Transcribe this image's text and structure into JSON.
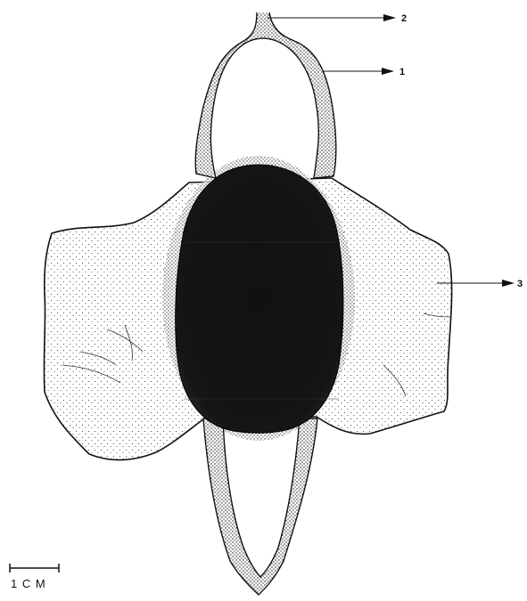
{
  "figure": {
    "callouts": [
      {
        "id": "1",
        "label": "1"
      },
      {
        "id": "2",
        "label": "2"
      },
      {
        "id": "3",
        "label": "3"
      }
    ],
    "scale_bar": {
      "label": "1 C M"
    }
  }
}
